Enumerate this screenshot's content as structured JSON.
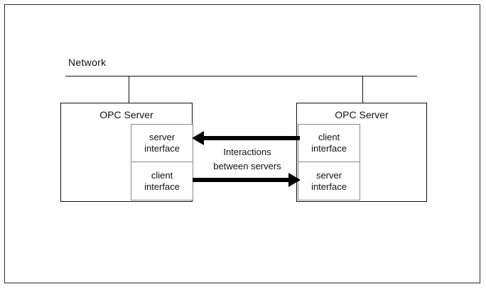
{
  "diagram": {
    "network": {
      "label": "Network"
    },
    "left_server": {
      "title": "OPC Server",
      "interfaces": [
        {
          "line1": "server",
          "line2": "interface"
        },
        {
          "line1": "client",
          "line2": "interface"
        }
      ]
    },
    "right_server": {
      "title": "OPC Server",
      "interfaces": [
        {
          "line1": "client",
          "line2": "interface"
        },
        {
          "line1": "server",
          "line2": "interface"
        }
      ]
    },
    "interaction": {
      "line1": "Interactions",
      "line2": "between servers"
    },
    "colors": {
      "stroke": "#111111",
      "inner_stroke": "#8a8a8a",
      "arrow": "#000000",
      "background": "#ffffff"
    }
  }
}
